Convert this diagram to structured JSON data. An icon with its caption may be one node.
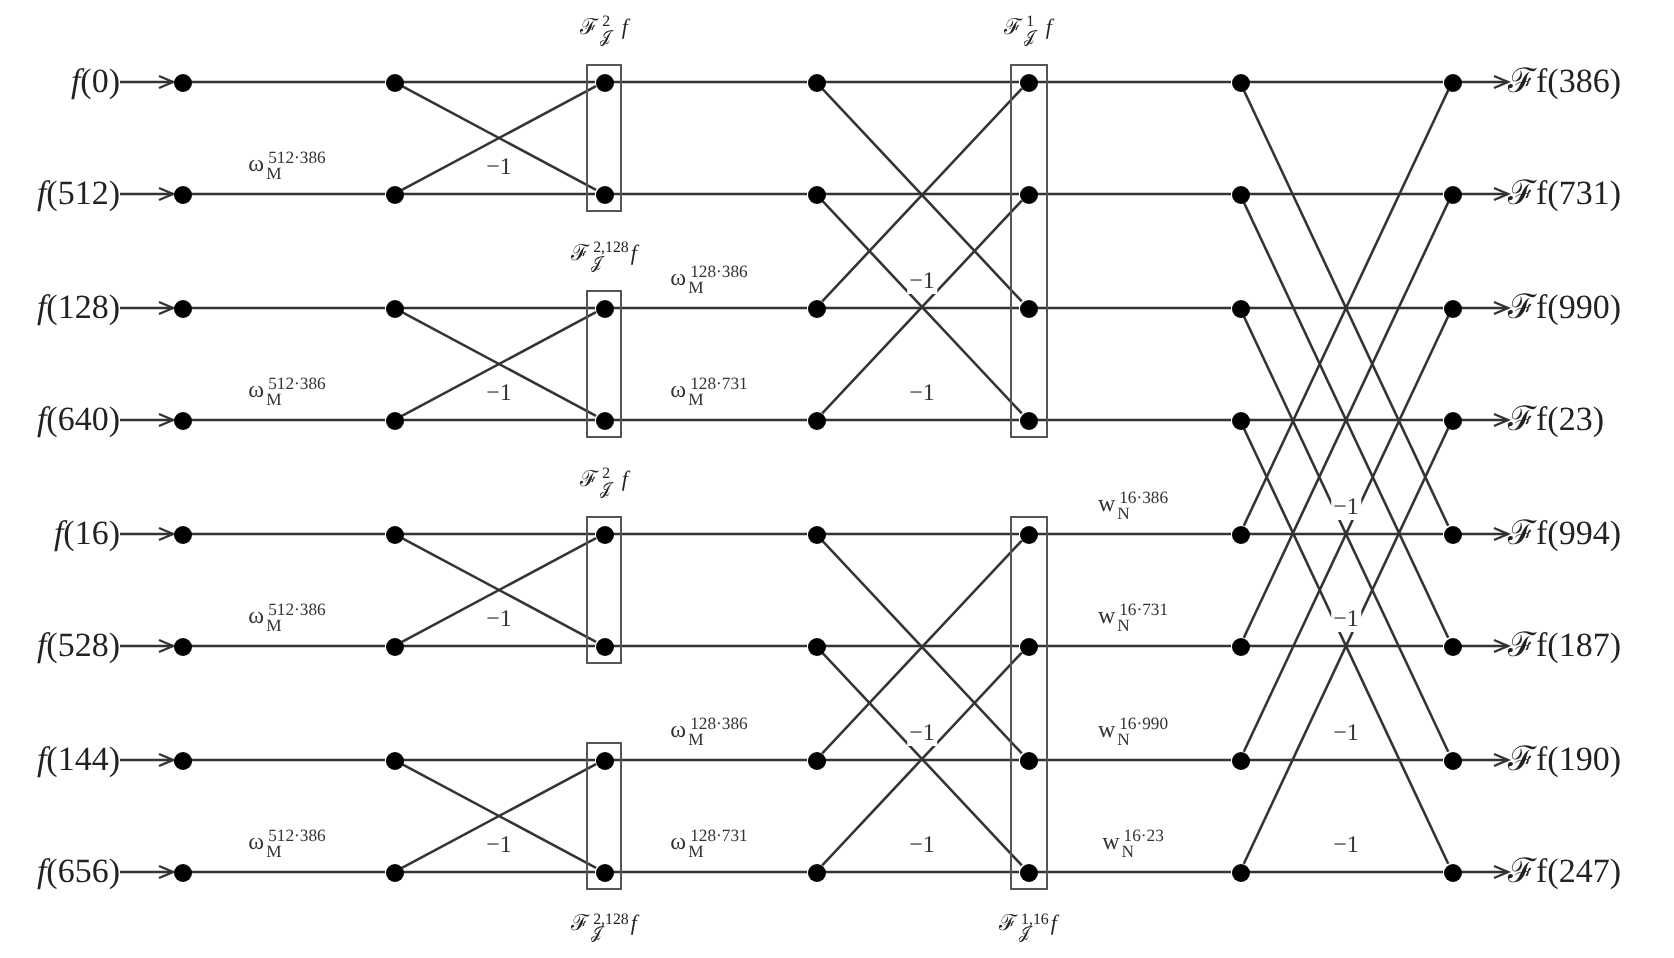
{
  "diagram": {
    "nodes": [
      {
        "text": [
          "*f*(0)"
        ]
      },
      {
        "text": [
          "*f*(512)"
        ]
      },
      {
        "text": [
          "*f*(128)"
        ]
      },
      {
        "text": [
          "*f*(640)"
        ]
      },
      {
        "text": [
          "*f*(16)"
        ]
      },
      {
        "text": [
          "*f*(528)"
        ]
      },
      {
        "text": [
          "*f*(144)"
        ]
      },
      {
        "text": [
          "*f*(656)"
        ]
      },
      {
        "text": [],
        "shape": "circle"
      },
      {
        "text": [],
        "shape": "circle"
      },
      {
        "text": [],
        "shape": "circle"
      },
      {
        "text": [],
        "shape": "circle"
      },
      {
        "text": [],
        "shape": "circle"
      },
      {
        "text": [],
        "shape": "circle"
      },
      {
        "text": [],
        "shape": "circle"
      },
      {
        "text": [],
        "shape": "circle"
      },
      {
        "text": [],
        "shape": "circle"
      },
      {
        "text": [],
        "shape": "circle"
      },
      {
        "text": [],
        "shape": "circle"
      },
      {
        "text": [],
        "shape": "circle"
      },
      {
        "text": [],
        "shape": "circle"
      },
      {
        "text": [],
        "shape": "circle"
      },
      {
        "text": [],
        "shape": "circle"
      },
      {
        "text": [],
        "shape": "circle"
      },
      {
        "text": [
          "ℱ$_{𝒥}$$^{2}$*f*"
        ]
      },
      {
        "text": [],
        "shape": "circle",
        "in": 24
      },
      {
        "text": [],
        "shape": "circle",
        "in": 24
      },
      {
        "text": [
          "ℱ$_{𝒥}$$^{2,128}$*f*"
        ]
      },
      {
        "text": [],
        "shape": "circle",
        "in": 27
      },
      {
        "text": [],
        "shape": "circle",
        "in": 27
      },
      {
        "text": [
          "ℱ$_{𝒥}$$^{2}$*f*"
        ]
      },
      {
        "text": [],
        "shape": "circle",
        "in": 30
      },
      {
        "text": [],
        "shape": "circle",
        "in": 30
      },
      {
        "text": [
          "ℱ$_{𝒥}$$^{2,128}$*f*"
        ]
      },
      {
        "text": [],
        "shape": "circle",
        "in": 33
      },
      {
        "text": [],
        "shape": "circle",
        "in": 33
      },
      {
        "text": [],
        "shape": "circle"
      },
      {
        "text": [],
        "shape": "circle"
      },
      {
        "text": [],
        "shape": "circle"
      },
      {
        "text": [],
        "shape": "circle"
      },
      {
        "text": [],
        "shape": "circle"
      },
      {
        "text": [],
        "shape": "circle"
      },
      {
        "text": [],
        "shape": "circle"
      },
      {
        "text": [],
        "shape": "circle"
      },
      {
        "text": [
          "ℱ$_{𝒥}$$^{1}$*f*"
        ]
      },
      {
        "text": [],
        "shape": "circle",
        "in": 44
      },
      {
        "text": [],
        "shape": "circle",
        "in": 44
      },
      {
        "text": [],
        "shape": "circle",
        "in": 44
      },
      {
        "text": [],
        "shape": "circle",
        "in": 44
      },
      {
        "text": [
          "ℱ$_{𝒥}$$^{1,16}$*f*"
        ]
      },
      {
        "text": [],
        "shape": "circle",
        "in": 49
      },
      {
        "text": [],
        "shape": "circle",
        "in": 49
      },
      {
        "text": [],
        "shape": "circle",
        "in": 49
      },
      {
        "text": [],
        "shape": "circle",
        "in": 49
      },
      {
        "text": [],
        "shape": "circle"
      },
      {
        "text": [],
        "shape": "circle"
      },
      {
        "text": [],
        "shape": "circle"
      },
      {
        "text": [],
        "shape": "circle"
      },
      {
        "text": [],
        "shape": "circle"
      },
      {
        "text": [],
        "shape": "circle"
      },
      {
        "text": [],
        "shape": "circle"
      },
      {
        "text": [],
        "shape": "circle"
      },
      {
        "text": [],
        "shape": "circle"
      },
      {
        "text": [],
        "shape": "circle"
      },
      {
        "text": [],
        "shape": "circle"
      },
      {
        "text": [],
        "shape": "circle"
      },
      {
        "text": [],
        "shape": "circle"
      },
      {
        "text": [],
        "shape": "circle"
      },
      {
        "text": [],
        "shape": "circle"
      },
      {
        "text": [],
        "shape": "circle"
      },
      {
        "text": [
          "ℱf(386)"
        ]
      },
      {
        "text": [
          "ℱf(731)"
        ]
      },
      {
        "text": [
          "ℱf(990)"
        ]
      },
      {
        "text": [
          "ℱf(23)"
        ]
      },
      {
        "text": [
          "ℱf(994)"
        ]
      },
      {
        "text": [
          "ℱf(187)"
        ]
      },
      {
        "text": [
          "ℱf(190)"
        ]
      },
      {
        "text": [
          "ℱf(247)"
        ]
      }
    ],
    "edges": [
      {
        "from": 0,
        "to": 8,
        "arrow": "to"
      },
      {
        "from": 1,
        "to": 9,
        "arrow": "to"
      },
      {
        "from": 2,
        "to": 10,
        "arrow": "to"
      },
      {
        "from": 3,
        "to": 11,
        "arrow": "to"
      },
      {
        "from": 4,
        "to": 12,
        "arrow": "to"
      },
      {
        "from": 5,
        "to": 13,
        "arrow": "to"
      },
      {
        "from": 6,
        "to": 14,
        "arrow": "to"
      },
      {
        "from": 7,
        "to": 15,
        "arrow": "to"
      },
      {
        "from": 8,
        "to": 16,
        "arrow": "none"
      },
      {
        "from": 9,
        "to": 17,
        "arrow": "none",
        "label": "ω$_{M}$$^{512·386}$"
      },
      {
        "from": 10,
        "to": 18,
        "arrow": "none"
      },
      {
        "from": 11,
        "to": 19,
        "arrow": "none",
        "label": "ω$_{M}$$^{512·386}$"
      },
      {
        "from": 12,
        "to": 20,
        "arrow": "none"
      },
      {
        "from": 13,
        "to": 21,
        "arrow": "none",
        "label": "ω$_{M}$$^{512·386}$"
      },
      {
        "from": 14,
        "to": 22,
        "arrow": "none"
      },
      {
        "from": 15,
        "to": 23,
        "arrow": "none",
        "label": "ω$_{M}$$^{512·386}$"
      },
      {
        "from": 16,
        "to": 25,
        "arrow": "none"
      },
      {
        "from": 16,
        "to": 26,
        "arrow": "none"
      },
      {
        "from": 17,
        "to": 25,
        "arrow": "none"
      },
      {
        "from": 17,
        "to": 26,
        "arrow": "none",
        "label": "−1"
      },
      {
        "from": 18,
        "to": 28,
        "arrow": "none"
      },
      {
        "from": 18,
        "to": 29,
        "arrow": "none"
      },
      {
        "from": 19,
        "to": 28,
        "arrow": "none"
      },
      {
        "from": 19,
        "to": 29,
        "arrow": "none",
        "label": "−1"
      },
      {
        "from": 20,
        "to": 31,
        "arrow": "none"
      },
      {
        "from": 20,
        "to": 32,
        "arrow": "none"
      },
      {
        "from": 21,
        "to": 31,
        "arrow": "none"
      },
      {
        "from": 21,
        "to": 32,
        "arrow": "none",
        "label": "−1"
      },
      {
        "from": 22,
        "to": 34,
        "arrow": "none"
      },
      {
        "from": 22,
        "to": 35,
        "arrow": "none"
      },
      {
        "from": 23,
        "to": 34,
        "arrow": "none"
      },
      {
        "from": 23,
        "to": 35,
        "arrow": "none",
        "label": "−1"
      },
      {
        "from": 25,
        "to": 36,
        "arrow": "none"
      },
      {
        "from": 26,
        "to": 37,
        "arrow": "none"
      },
      {
        "from": 28,
        "to": 38,
        "arrow": "none",
        "label": "ω$_{M}$$^{128·386}$"
      },
      {
        "from": 29,
        "to": 39,
        "arrow": "none",
        "label": "ω$_{M}$$^{128·731}$"
      },
      {
        "from": 31,
        "to": 40,
        "arrow": "none"
      },
      {
        "from": 32,
        "to": 41,
        "arrow": "none"
      },
      {
        "from": 34,
        "to": 42,
        "arrow": "none",
        "label": "ω$_{M}$$^{128·386}$"
      },
      {
        "from": 35,
        "to": 43,
        "arrow": "none",
        "label": "ω$_{M}$$^{128·731}$"
      },
      {
        "from": 36,
        "to": 45,
        "arrow": "none"
      },
      {
        "from": 36,
        "to": 47,
        "arrow": "none"
      },
      {
        "from": 37,
        "to": 46,
        "arrow": "none"
      },
      {
        "from": 37,
        "to": 48,
        "arrow": "none"
      },
      {
        "from": 38,
        "to": 45,
        "arrow": "none"
      },
      {
        "from": 38,
        "to": 47,
        "arrow": "none",
        "label": "−1"
      },
      {
        "from": 39,
        "to": 46,
        "arrow": "none"
      },
      {
        "from": 39,
        "to": 48,
        "arrow": "none",
        "label": "−1"
      },
      {
        "from": 40,
        "to": 50,
        "arrow": "none"
      },
      {
        "from": 40,
        "to": 52,
        "arrow": "none"
      },
      {
        "from": 41,
        "to": 51,
        "arrow": "none"
      },
      {
        "from": 41,
        "to": 53,
        "arrow": "none"
      },
      {
        "from": 42,
        "to": 50,
        "arrow": "none"
      },
      {
        "from": 42,
        "to": 52,
        "arrow": "none",
        "label": "−1"
      },
      {
        "from": 43,
        "to": 51,
        "arrow": "none"
      },
      {
        "from": 43,
        "to": 53,
        "arrow": "none",
        "label": "−1"
      },
      {
        "from": 45,
        "to": 54,
        "arrow": "none"
      },
      {
        "from": 46,
        "to": 55,
        "arrow": "none"
      },
      {
        "from": 47,
        "to": 56,
        "arrow": "none"
      },
      {
        "from": 48,
        "to": 57,
        "arrow": "none"
      },
      {
        "from": 50,
        "to": 58,
        "arrow": "none",
        "label": "w$_{N}$$^{16·386}$"
      },
      {
        "from": 51,
        "to": 59,
        "arrow": "none",
        "label": "w$_{N}$$^{16·731}$"
      },
      {
        "from": 52,
        "to": 60,
        "arrow": "none",
        "label": "w$_{N}$$^{16·990}$"
      },
      {
        "from": 53,
        "to": 61,
        "arrow": "none",
        "label": "w$_{N}$$^{16·23}$"
      },
      {
        "from": 54,
        "to": 62,
        "arrow": "none"
      },
      {
        "from": 54,
        "to": 66,
        "arrow": "none"
      },
      {
        "from": 55,
        "to": 63,
        "arrow": "none"
      },
      {
        "from": 55,
        "to": 67,
        "arrow": "none"
      },
      {
        "from": 56,
        "to": 64,
        "arrow": "none"
      },
      {
        "from": 56,
        "to": 68,
        "arrow": "none"
      },
      {
        "from": 57,
        "to": 65,
        "arrow": "none"
      },
      {
        "from": 57,
        "to": 69,
        "arrow": "none"
      },
      {
        "from": 58,
        "to": 62,
        "arrow": "none"
      },
      {
        "from": 58,
        "to": 66,
        "arrow": "none",
        "label": "−1"
      },
      {
        "from": 59,
        "to": 63,
        "arrow": "none"
      },
      {
        "from": 59,
        "to": 67,
        "arrow": "none",
        "label": "−1"
      },
      {
        "from": 60,
        "to": 64,
        "arrow": "none"
      },
      {
        "from": 60,
        "to": 68,
        "arrow": "none",
        "label": "−1"
      },
      {
        "from": 61,
        "to": 65,
        "arrow": "none"
      },
      {
        "from": 61,
        "to": 69,
        "arrow": "none",
        "label": "−1"
      },
      {
        "from": 62,
        "to": 70,
        "arrow": "to"
      },
      {
        "from": 63,
        "to": 71,
        "arrow": "to"
      },
      {
        "from": 64,
        "to": 72,
        "arrow": "to"
      },
      {
        "from": 65,
        "to": 73,
        "arrow": "to"
      },
      {
        "from": 66,
        "to": 74,
        "arrow": "to"
      },
      {
        "from": 67,
        "to": 75,
        "arrow": "to"
      },
      {
        "from": 68,
        "to": 76,
        "arrow": "to"
      },
      {
        "from": 69,
        "to": 77,
        "arrow": "to"
      }
    ]
  }
}
